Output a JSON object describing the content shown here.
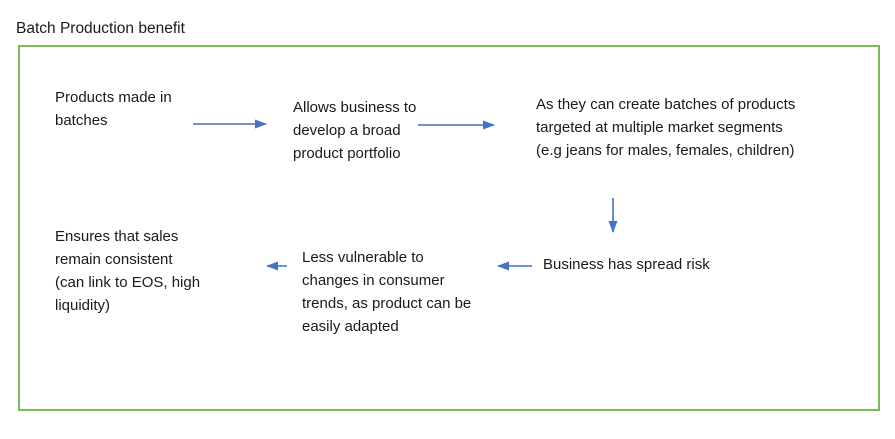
{
  "title": "Batch Production benefit",
  "colors": {
    "border": "#7CB957",
    "arrow": "#4472C4",
    "text": "#1a1a1a"
  },
  "nodes": [
    {
      "id": "products-made",
      "text": "Products made in\nbatches"
    },
    {
      "id": "broad-portfolio",
      "text": "Allows business to\ndevelop a broad\nproduct portfolio"
    },
    {
      "id": "market-segments",
      "text": "As they can create batches of products\ntargeted at multiple market segments\n(e.g jeans for males, females, children)"
    },
    {
      "id": "spread-risk",
      "text": "Business has spread risk"
    },
    {
      "id": "less-vulnerable",
      "text": "Less vulnerable to\nchanges in consumer\ntrends, as product can be\neasily adapted"
    },
    {
      "id": "consistent-sales",
      "text": "Ensures that sales\nremain consistent\n(can link to EOS, high\nliquidity)"
    }
  ],
  "connectors": [
    {
      "from": "products-made",
      "to": "broad-portfolio",
      "direction": "right"
    },
    {
      "from": "broad-portfolio",
      "to": "market-segments",
      "direction": "right"
    },
    {
      "from": "market-segments",
      "to": "spread-risk",
      "direction": "down"
    },
    {
      "from": "spread-risk",
      "to": "less-vulnerable",
      "direction": "left"
    },
    {
      "from": "less-vulnerable",
      "to": "consistent-sales",
      "direction": "left"
    }
  ]
}
